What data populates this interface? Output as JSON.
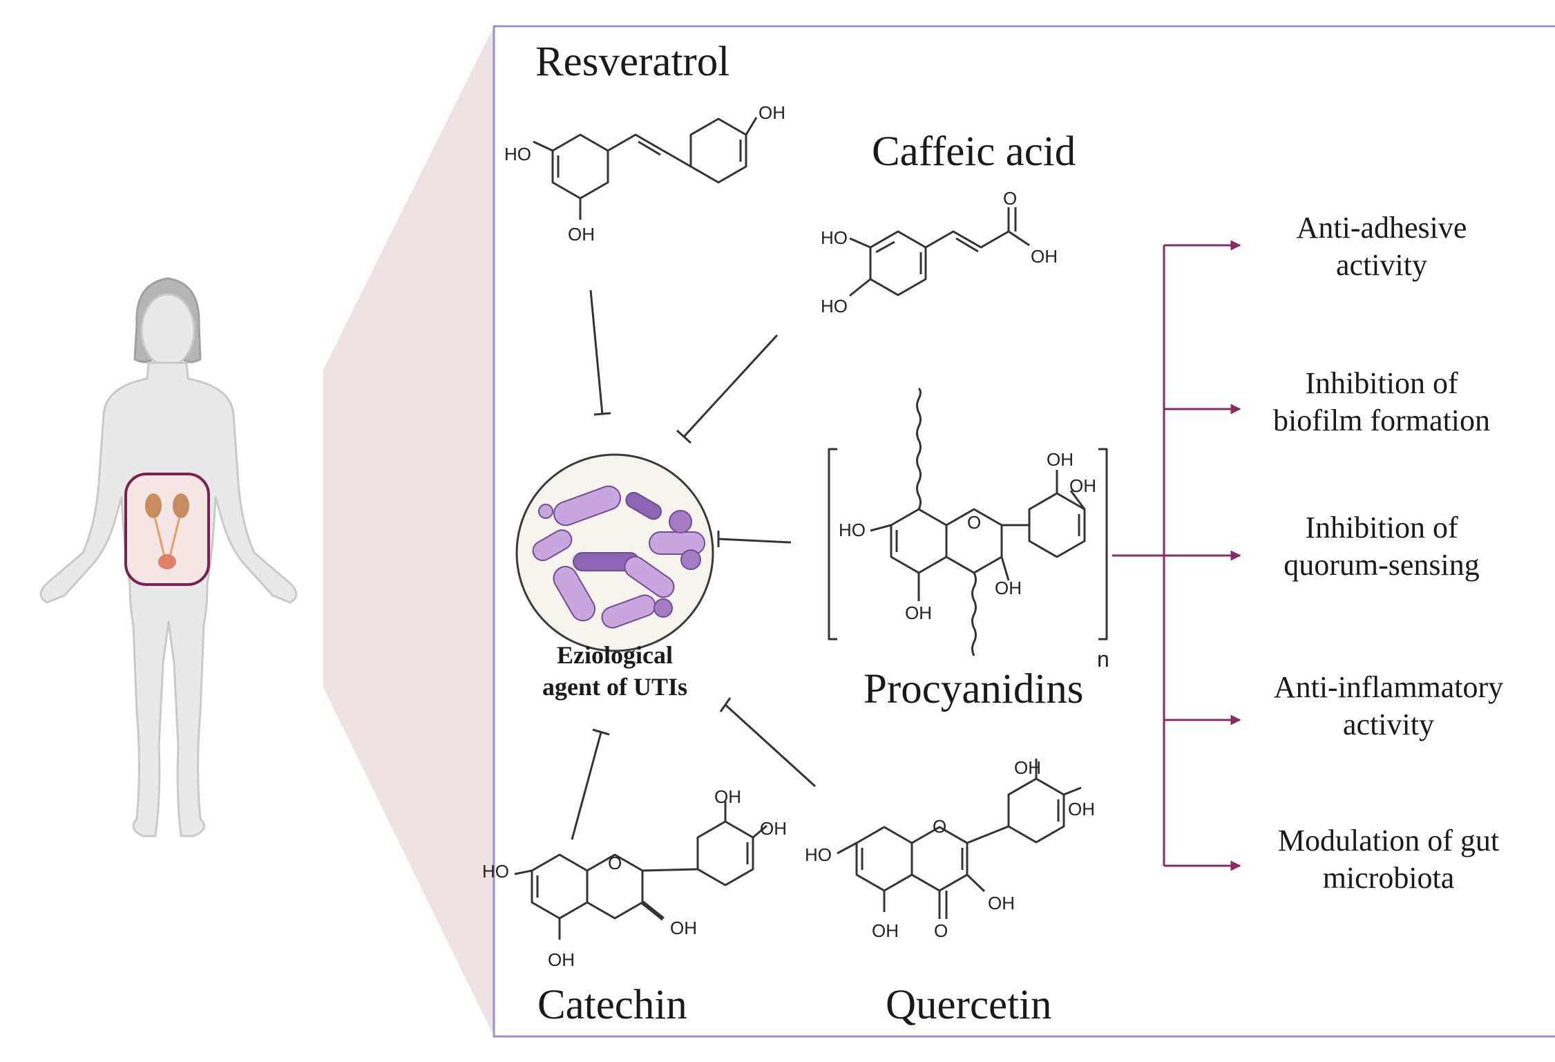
{
  "figure": {
    "compounds": {
      "resveratrol": "Resveratrol",
      "caffeic_acid": "Caffeic acid",
      "procyanidins": "Procyanidins",
      "catechin": "Catechin",
      "quercetin": "Quercetin"
    },
    "agent_label": [
      "Eziological",
      "agent of UTIs"
    ],
    "effects": [
      [
        "Anti-adhesive",
        "activity"
      ],
      [
        "Inhibition of",
        "biofilm formation"
      ],
      [
        "Inhibition of",
        "quorum-sensing"
      ],
      [
        "Anti-inflammatory",
        "activity"
      ],
      [
        "Modulation of gut",
        "microbiota"
      ]
    ],
    "polymer_subscript": "n",
    "atom_labels": {
      "hydroxyl": "OH",
      "hydroxyl_left": "HO",
      "oxygen": "O"
    }
  },
  "colors": {
    "accent": "#8b2b63",
    "panel_border": "#9b92c9",
    "zoom_fan": "#efe2e2",
    "body": "#e9e9e9",
    "bacteria": "#c9a6dd",
    "bacteria_dark": "#8c66b5",
    "inhibitor_line": "#333333"
  }
}
